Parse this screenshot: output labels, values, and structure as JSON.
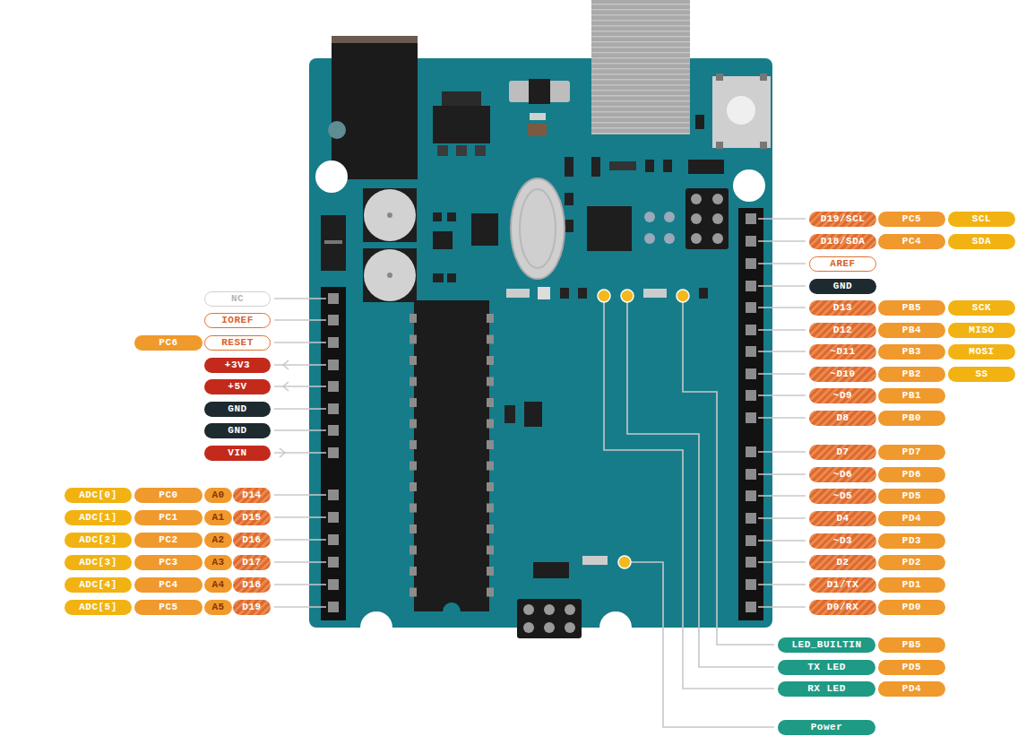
{
  "diagram": {
    "nodes": [
      {
        "text": [
          "NC"
        ]
      },
      {
        "text": [
          "IOREF"
        ]
      },
      {
        "text": [
          "PC6"
        ]
      },
      {
        "text": [
          "RESET"
        ]
      },
      {
        "text": [
          "+3V3"
        ]
      },
      {
        "text": [
          "+5V"
        ]
      },
      {
        "text": [
          "GND"
        ]
      },
      {
        "text": [
          "GND"
        ]
      },
      {
        "text": [
          "VIN"
        ]
      },
      {
        "text": [
          "ADC[0]"
        ]
      },
      {
        "text": [
          "PC0"
        ]
      },
      {
        "text": [
          "A0"
        ]
      },
      {
        "text": [
          "D14"
        ]
      },
      {
        "text": [
          "ADC[1]"
        ]
      },
      {
        "text": [
          "PC1"
        ]
      },
      {
        "text": [
          "A1"
        ]
      },
      {
        "text": [
          "D15"
        ]
      },
      {
        "text": [
          "ADC[2]"
        ]
      },
      {
        "text": [
          "PC2"
        ]
      },
      {
        "text": [
          "A2"
        ]
      },
      {
        "text": [
          "D16"
        ]
      },
      {
        "text": [
          "ADC[3]"
        ]
      },
      {
        "text": [
          "PC3"
        ]
      },
      {
        "text": [
          "A3"
        ]
      },
      {
        "text": [
          "D17"
        ]
      },
      {
        "text": [
          "ADC[4]"
        ]
      },
      {
        "text": [
          "PC4"
        ]
      },
      {
        "text": [
          "A4"
        ]
      },
      {
        "text": [
          "D18"
        ]
      },
      {
        "text": [
          "ADC[5]"
        ]
      },
      {
        "text": [
          "PC5"
        ]
      },
      {
        "text": [
          "A5"
        ]
      },
      {
        "text": [
          "D19"
        ]
      },
      {
        "text": [
          "D19/SCL"
        ]
      },
      {
        "text": [
          "PC5"
        ]
      },
      {
        "text": [
          "SCL"
        ]
      },
      {
        "text": [
          "D18/SDA"
        ]
      },
      {
        "text": [
          "PC4"
        ]
      },
      {
        "text": [
          "SDA"
        ]
      },
      {
        "text": [
          "AREF"
        ]
      },
      {
        "text": [
          "GND"
        ]
      },
      {
        "text": [
          "D13"
        ]
      },
      {
        "text": [
          "PB5"
        ]
      },
      {
        "text": [
          "SCK"
        ]
      },
      {
        "text": [
          "D12"
        ]
      },
      {
        "text": [
          "PB4"
        ]
      },
      {
        "text": [
          "MISO"
        ]
      },
      {
        "text": [
          "~D11"
        ]
      },
      {
        "text": [
          "PB3"
        ]
      },
      {
        "text": [
          "MOSI"
        ]
      },
      {
        "text": [
          "~D10"
        ]
      },
      {
        "text": [
          "PB2"
        ]
      },
      {
        "text": [
          "SS"
        ]
      },
      {
        "text": [
          "~D9"
        ]
      },
      {
        "text": [
          "PB1"
        ]
      },
      {
        "text": [
          "D8"
        ]
      },
      {
        "text": [
          "PB0"
        ]
      },
      {
        "text": [
          "D7"
        ]
      },
      {
        "text": [
          "PD7"
        ]
      },
      {
        "text": [
          "~D6"
        ]
      },
      {
        "text": [
          "PD6"
        ]
      },
      {
        "text": [
          "~D5"
        ]
      },
      {
        "text": [
          "PD5"
        ]
      },
      {
        "text": [
          "D4"
        ]
      },
      {
        "text": [
          "PD4"
        ]
      },
      {
        "text": [
          "~D3"
        ]
      },
      {
        "text": [
          "PD3"
        ]
      },
      {
        "text": [
          "D2"
        ]
      },
      {
        "text": [
          "PD2"
        ]
      },
      {
        "text": [
          "D1/TX"
        ]
      },
      {
        "text": [
          "PD1"
        ]
      },
      {
        "text": [
          "D0/RX"
        ]
      },
      {
        "text": [
          "PD0"
        ]
      },
      {
        "text": [
          "LED_BUILTIN"
        ]
      },
      {
        "text": [
          "PB5"
        ]
      },
      {
        "text": [
          "TX LED"
        ]
      },
      {
        "text": [
          "PD5"
        ]
      },
      {
        "text": [
          "RX LED"
        ]
      },
      {
        "text": [
          "PD4"
        ]
      },
      {
        "text": [
          "Power"
        ]
      }
    ]
  }
}
